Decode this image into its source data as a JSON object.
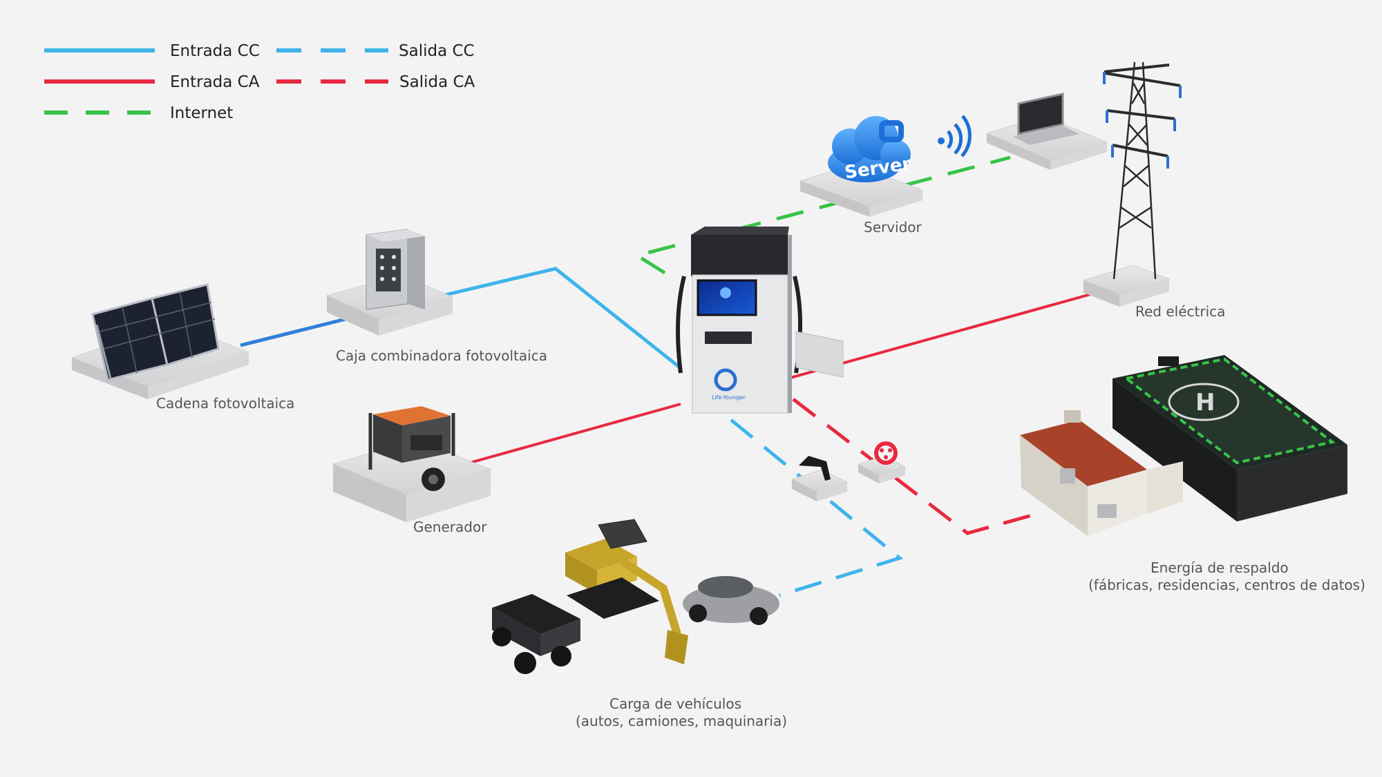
{
  "legend": {
    "items": [
      {
        "label": "Entrada CC",
        "color": "#3fb4ea",
        "style": "solid"
      },
      {
        "label": "Entrada CA",
        "color": "#e8293f",
        "style": "solid"
      },
      {
        "label": "Internet",
        "color": "#37c447",
        "style": "dashed"
      },
      {
        "label": "Salida CC",
        "color": "#3fb4ea",
        "style": "dashed"
      },
      {
        "label": "Salida CA",
        "color": "#e8293f",
        "style": "dashed"
      }
    ]
  },
  "nodes": {
    "pv_string": {
      "label": "Cadena fotovoltaica"
    },
    "combiner": {
      "label": "Caja combinadora fotovoltaica"
    },
    "generator": {
      "label": "Generador"
    },
    "server": {
      "label": "Servidor",
      "badge": "Server"
    },
    "grid": {
      "label": "Red eléctrica"
    },
    "charger": {
      "brand": "Life-Younger"
    },
    "vehicles": {
      "label_line1": "Carga de vehículos",
      "label_line2": "(autos, camiones, maquinaria)"
    },
    "backup": {
      "label_line1": "Energía de respaldo",
      "label_line2": "(fábricas, residencias, centros de datos)"
    }
  },
  "colors": {
    "dc": "#3fb4ea",
    "ac": "#e8293f",
    "internet": "#37c447",
    "background": "#f3f3f4"
  }
}
